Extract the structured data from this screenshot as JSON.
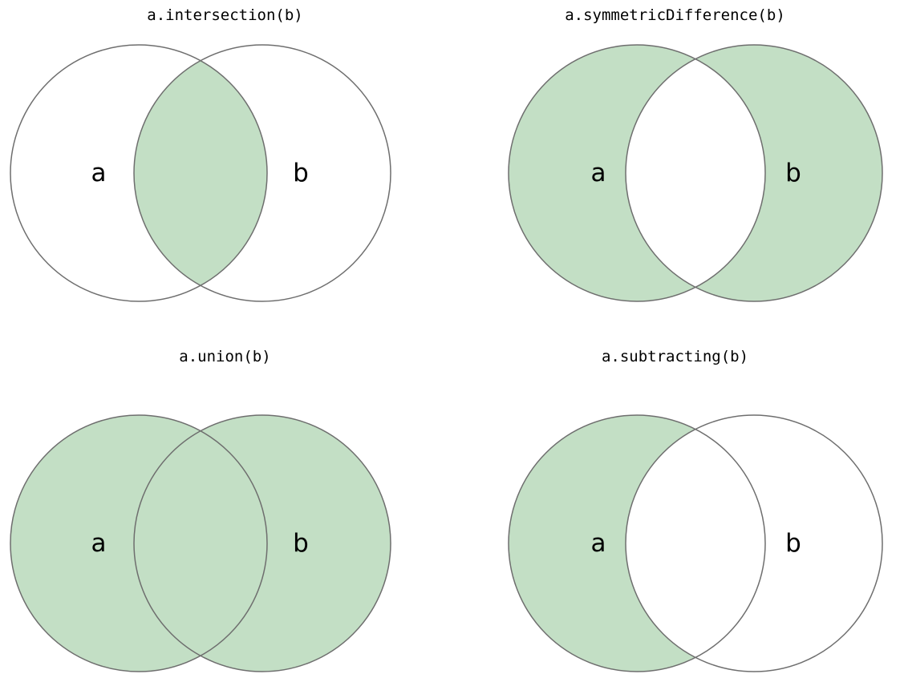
{
  "figure": {
    "background_color": "#ffffff",
    "fill_color": "#c3dfc5",
    "stroke_color": "#6e6e6e",
    "label_color": "#000000",
    "grid": {
      "rows": 2,
      "cols": 2
    }
  },
  "panels": [
    {
      "id": "intersection",
      "title": "a.intersection(b)",
      "label_a": "a",
      "label_b": "b",
      "shaded_regions": [
        "a_and_b"
      ]
    },
    {
      "id": "symmetric-difference",
      "title": "a.symmetricDifference(b)",
      "label_a": "a",
      "label_b": "b",
      "shaded_regions": [
        "a_only",
        "b_only"
      ]
    },
    {
      "id": "union",
      "title": "a.union(b)",
      "label_a": "a",
      "label_b": "b",
      "shaded_regions": [
        "a_only",
        "a_and_b",
        "b_only"
      ]
    },
    {
      "id": "subtracting",
      "title": "a.subtracting(b)",
      "label_a": "a",
      "label_b": "b",
      "shaded_regions": [
        "a_only"
      ]
    }
  ],
  "chart_data": {
    "type": "diagram",
    "diagram_type": "venn",
    "title": "",
    "sets": [
      "a",
      "b"
    ],
    "operations": [
      {
        "name": "a.intersection(b)",
        "highlight": "intersection",
        "regions_filled": [
          "A∩B"
        ]
      },
      {
        "name": "a.symmetricDifference(b)",
        "highlight": "symmetric difference",
        "regions_filled": [
          "A\\B",
          "B\\A"
        ]
      },
      {
        "name": "a.union(b)",
        "highlight": "union",
        "regions_filled": [
          "A\\B",
          "A∩B",
          "B\\A"
        ]
      },
      {
        "name": "a.subtracting(b)",
        "highlight": "difference",
        "regions_filled": [
          "A\\B"
        ]
      }
    ],
    "fill_color": "#c3dfc5",
    "stroke_color": "#6e6e6e"
  }
}
